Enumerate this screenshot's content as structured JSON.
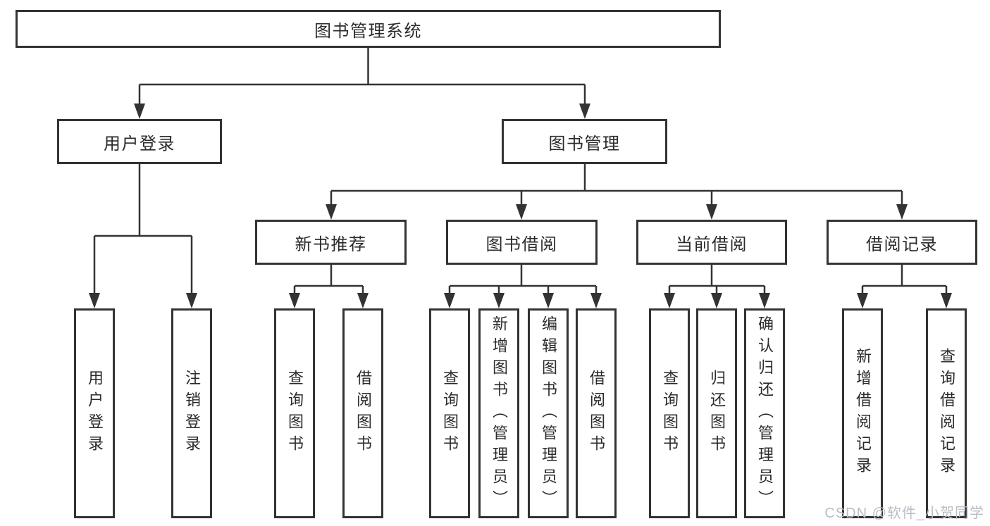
{
  "tree": {
    "root": {
      "label": "图书管理系统"
    },
    "branches": [
      {
        "label": "用户登录",
        "children": [
          "用户登录",
          "注销登录"
        ]
      },
      {
        "label": "图书管理",
        "groups": [
          {
            "label": "新书推荐",
            "children": [
              "查询图书",
              "借阅图书"
            ]
          },
          {
            "label": "图书借阅",
            "children": [
              "查询图书",
              "新增图书（管理员）",
              "编辑图书（管理员）",
              "借阅图书"
            ]
          },
          {
            "label": "当前借阅",
            "children": [
              "查询图书",
              "归还图书",
              "确认归还（管理员）"
            ]
          },
          {
            "label": "借阅记录",
            "children": [
              "新增借阅记录",
              "查询借阅记录"
            ]
          }
        ]
      }
    ]
  },
  "watermark": {
    "text": "CSDN @软件_小贺同学"
  },
  "colors": {
    "line": "#333333",
    "border": "#333333",
    "text": "#2b2b2b",
    "background": "#ffffff",
    "watermark": "#b9bdc3"
  }
}
